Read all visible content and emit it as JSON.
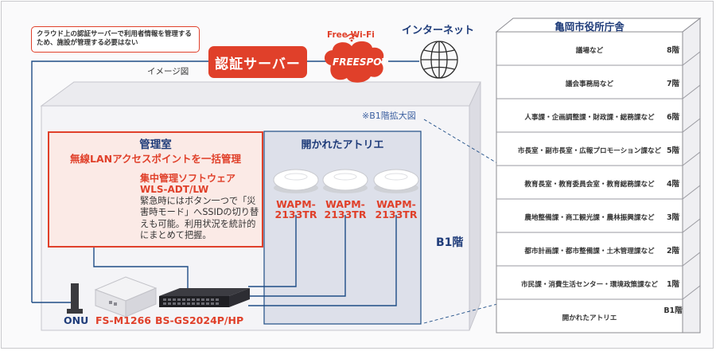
{
  "note": "クラウド上の認証サーバーで利用者情報を管理するため、施設が管理する必要はない",
  "image_label": "イメージ図",
  "auth_server": "認証サーバー",
  "freespot": {
    "top": "Free Wi-Fi",
    "logo": "FREESPOT"
  },
  "internet": "インターネット",
  "b1_zoom": "※B1階拡大図",
  "management": {
    "room": "管理室",
    "headline": "無線LANアクセスポイントを一括管理",
    "software_line1": "集中管理ソフトウェア",
    "software_line2": "WLS-ADT/LW",
    "description": "緊急時にはボタン一つで「災害時モード」へSSIDの切り替えも可能。利用状況を統計的にまとめて把握。"
  },
  "atelier": "開かれたアトリエ",
  "access_points": [
    {
      "line1": "WAPM-",
      "line2": "2133TR"
    },
    {
      "line1": "WAPM-",
      "line2": "2133TR"
    },
    {
      "line1": "WAPM-",
      "line2": "2133TR"
    }
  ],
  "floor_b1": "B1階",
  "devices": {
    "onu": "ONU",
    "fs": "FS-M1266",
    "switch": "BS-GS2024P/HP"
  },
  "building": {
    "title": "亀岡市役所庁舎",
    "floors": [
      {
        "label": "議場など",
        "num": "8階"
      },
      {
        "label": "議会事務局など",
        "num": "7階"
      },
      {
        "label": "人事課・企画調整課・財政課・総務課など",
        "num": "6階"
      },
      {
        "label": "市長室・副市長室・広報プロモーション課など",
        "num": "5階"
      },
      {
        "label": "教育長室・教育委員会室・教育総務課など",
        "num": "4階"
      },
      {
        "label": "農地整備課・商工観光課・農林振興課など",
        "num": "3階"
      },
      {
        "label": "都市計画課・都市整備課・土木管理課など",
        "num": "2階"
      },
      {
        "label": "市民課・消費生活センター・環境政策課など",
        "num": "1階"
      },
      {
        "label": "開かれたアトリエ",
        "num": "B1階"
      }
    ]
  },
  "colors": {
    "accent": "#e0402a",
    "navy": "#1f3c7a",
    "cable": "#1e4d86"
  }
}
